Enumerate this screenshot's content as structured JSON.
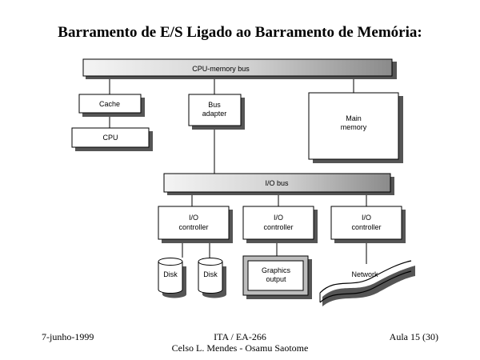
{
  "title": "Barramento de E/S Ligado ao Barramento de Memória:",
  "diagram": {
    "cpu_memory_bus": "CPU-memory bus",
    "cache": "Cache",
    "cpu": "CPU",
    "bus_adapter": [
      "Bus",
      "adapter"
    ],
    "main_memory": [
      "Main",
      "memory"
    ],
    "io_bus": "I/O bus",
    "io_controller_1": [
      "I/O",
      "controller"
    ],
    "io_controller_2": [
      "I/O",
      "controller"
    ],
    "io_controller_3": [
      "I/O",
      "controller"
    ],
    "disk_1": "Disk",
    "disk_2": "Disk",
    "graphics_output": [
      "Graphics",
      "output"
    ],
    "network": "Network"
  },
  "footer": {
    "date": "7-junho-1999",
    "course": "ITA / EA-266",
    "authors": "Celso L. Mendes - Osamu Saotome",
    "lecture": "Aula 15 (30)"
  }
}
